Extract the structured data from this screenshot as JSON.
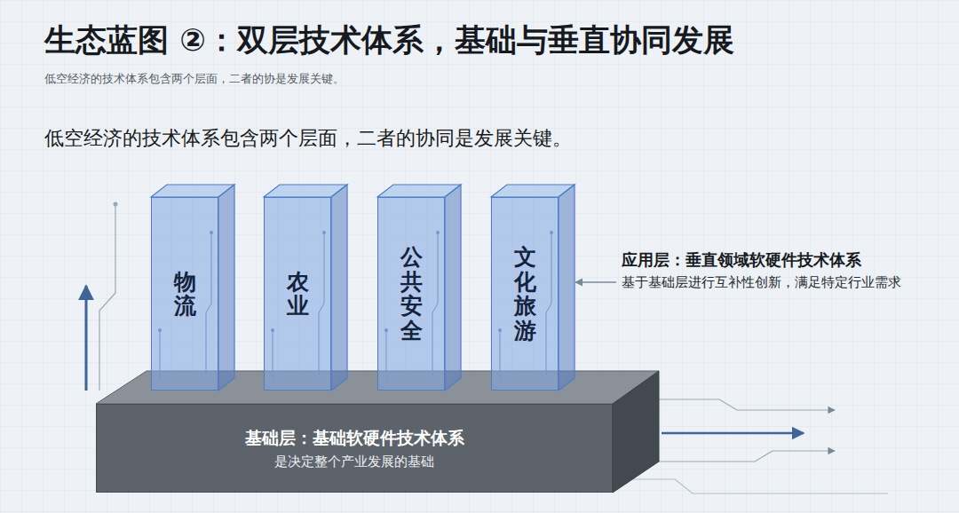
{
  "diagram": {
    "title": "生态蓝图 ②：双层技术体系，基础与垂直协同发展",
    "nodes": [
      {
        "text": [
          "物流"
        ]
      },
      {
        "text": [
          "农业"
        ]
      },
      {
        "text": [
          "公共安全"
        ]
      },
      {
        "text": [
          "文化旅游"
        ]
      },
      {
        "text": [
          "基础层：基础软硬件技术体系",
          "是决定整个产业发展的基础"
        ]
      }
    ],
    "labels": [
      "低空经济的技术体系包含两个层面，二者的协是发展关键。",
      "低空经济的技术体系包含两个层面，二者的协同是发展关键。",
      "应用层：垂直领域软硬件技术体系",
      "基于基础层进行互补性创新，满足特定行业需求"
    ]
  }
}
